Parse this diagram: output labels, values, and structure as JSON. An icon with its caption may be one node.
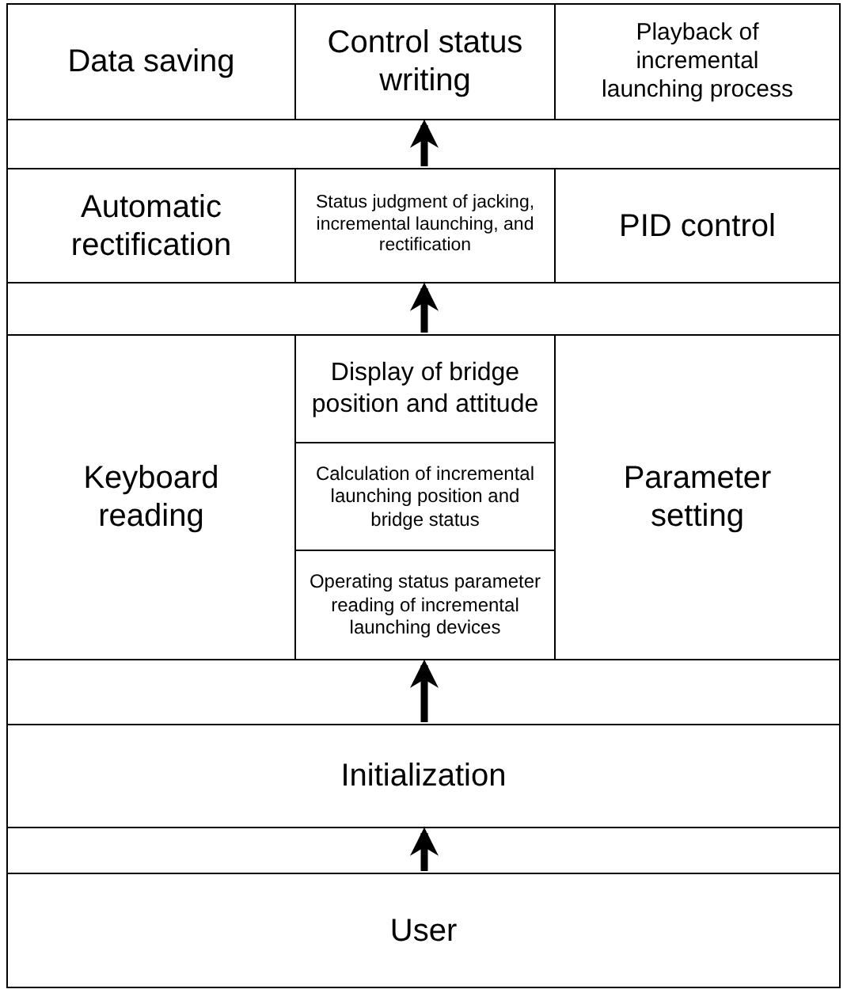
{
  "diagram": {
    "nodes": [
      {
        "text": [
          "Data saving"
        ]
      },
      {
        "text": [
          "Control status writing"
        ]
      },
      {
        "text": [
          "Playback of incremental launching process"
        ]
      },
      {
        "text": [
          "Automatic rectification"
        ]
      },
      {
        "text": [
          "Status judgment of jacking, incremental launching, and rectification"
        ]
      },
      {
        "text": [
          "PID control"
        ]
      },
      {
        "text": [
          "Keyboard reading"
        ]
      },
      {
        "text": [
          "Display of bridge position and attitude"
        ]
      },
      {
        "text": [
          "Calculation of incremental launching position and bridge status"
        ]
      },
      {
        "text": [
          "Operating status parameter reading of incremental launching devices"
        ]
      },
      {
        "text": [
          "Parameter setting"
        ]
      },
      {
        "text": [
          "Initialization"
        ]
      },
      {
        "text": [
          "User"
        ]
      }
    ],
    "edges": [
      {
        "from": 4,
        "to": 1,
        "arrow": "to"
      },
      {
        "from": 7,
        "to": 4,
        "arrow": "to"
      },
      {
        "from": 11,
        "to": 9,
        "arrow": "to"
      },
      {
        "from": 12,
        "to": 11,
        "arrow": "to"
      }
    ]
  }
}
